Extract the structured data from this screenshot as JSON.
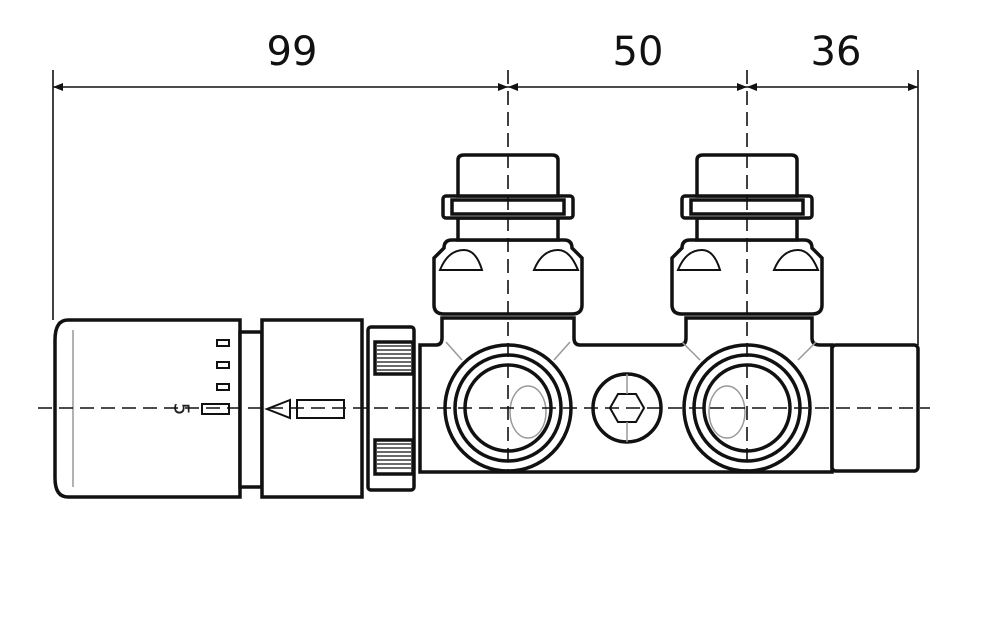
{
  "dimensions": {
    "left": "99",
    "middle": "50",
    "right": "36"
  },
  "scale_marking": "5",
  "colors": {
    "line": "#111111",
    "background": "#ffffff",
    "hidden": "#999999"
  }
}
